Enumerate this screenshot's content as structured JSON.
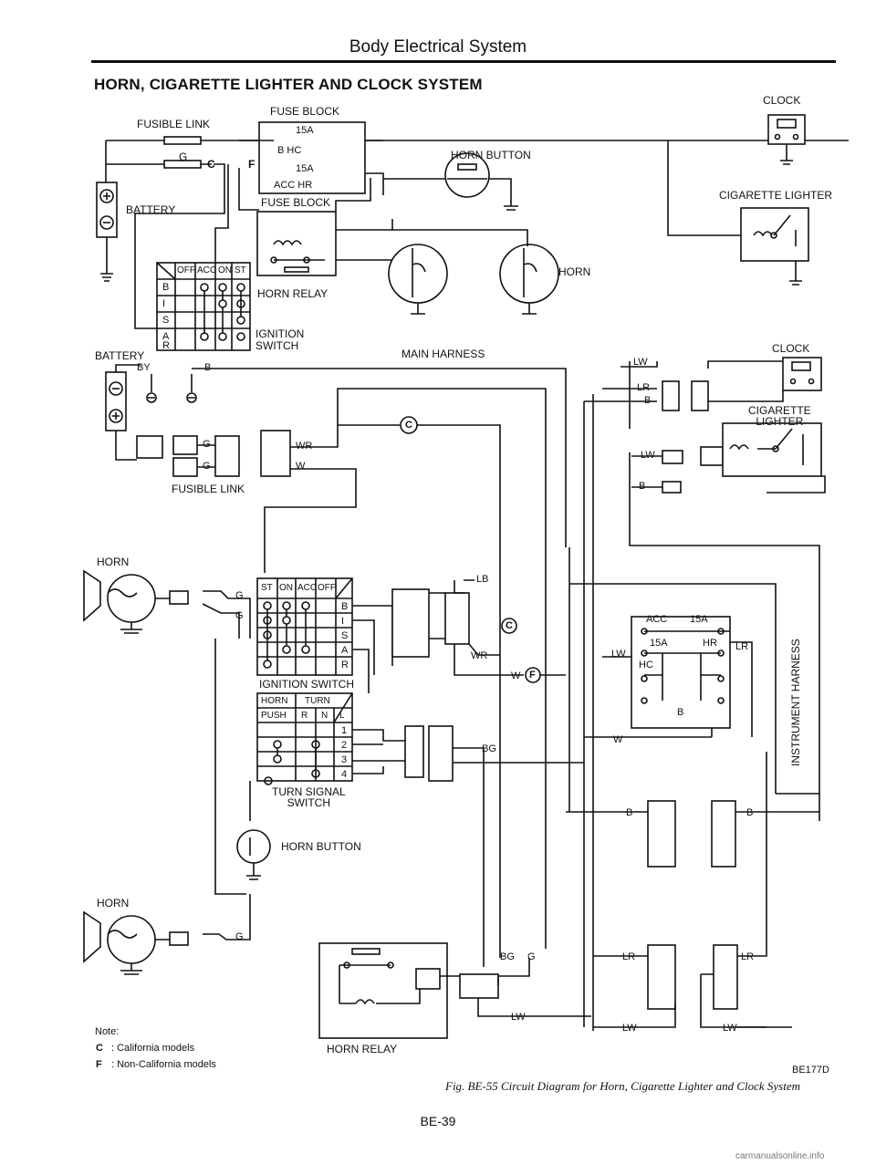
{
  "page": {
    "section_header": "Body Electrical System",
    "title": "HORN, CIGARETTE LIGHTER AND CLOCK SYSTEM",
    "figure_code": "BE177D",
    "caption": "Fig. BE-55 Circuit Diagram for Horn, Cigarette Lighter and Clock System",
    "page_number": "BE-39",
    "watermark": "carmanualsonline.info"
  },
  "schematic": {
    "fusible_link": "FUSIBLE LINK",
    "fuse_block_top": "FUSE BLOCK",
    "fuse_block_bottom": "FUSE BLOCK",
    "fuse_15a_1": "15A",
    "fuse_b_hc": "B  HC",
    "fuse_15a_2": "15A",
    "fuse_acc_hr": "ACC HR",
    "wire_g": "G",
    "mark_c": "C",
    "mark_f": "F",
    "battery": "BATTERY",
    "horn_button": "HORN BUTTON",
    "horn": "HORN",
    "horn_relay": "HORN RELAY",
    "ignition_switch": "IGNITION\nSWITCH",
    "clock": "CLOCK",
    "cigarette_lighter": "CIGARETTE  LIGHTER",
    "ign_table_header": [
      "OFF",
      "ACC",
      "ON",
      "ST"
    ],
    "ign_table_rows": [
      "B",
      "I",
      "S",
      "A",
      "R"
    ]
  },
  "harness": {
    "battery": "BATTERY",
    "wire_by": "BY",
    "wire_b": "B",
    "wire_g1": "G",
    "wire_g2": "G",
    "fusible_link": "FUSIBLE LINK",
    "wire_wr": "WR",
    "wire_w": "W",
    "mark_c": "C",
    "main_harness": "MAIN HARNESS",
    "clock": "CLOCK",
    "wire_lw": "LW",
    "wire_lr": "LR",
    "wire_b2": "B",
    "cigarette_lighter": "CIGARETTE\nLIGHTER",
    "wire_lw2": "LW",
    "wire_b3": "B",
    "horn_top": "HORN",
    "horn_g1": "G",
    "horn_g2": "G",
    "ign_switch": "IGNITION SWITCH",
    "ign_header": [
      "ST",
      "ON",
      "ACC",
      "OFF"
    ],
    "ign_rows": [
      "B",
      "I",
      "S",
      "A",
      "R"
    ],
    "wire_lb": "LB",
    "mark_c2": "C",
    "wire_wr2": "WR",
    "wire_w2": "W",
    "mark_f2": "F",
    "turn_header1": "HORN",
    "turn_header2": "TURN",
    "turn_sub": [
      "PUSH",
      "R",
      "N",
      "L"
    ],
    "turn_rows": [
      "1",
      "2",
      "3",
      "4"
    ],
    "turn_signal_switch": "TURN SIGNAL\nSWITCH",
    "wire_bg": "BG",
    "horn_button": "HORN BUTTON",
    "horn_bottom": "HORN",
    "horn_g3": "G",
    "acc": "ACC",
    "fuse15a": "15A",
    "fuse15a_2": "15A",
    "hr": "HR",
    "lr_r": "LR",
    "hc": "HC",
    "b_in_box": "B",
    "wire_lw3": "LW",
    "wire_w3": "W",
    "instrument_harness": "INSTRUMENT HARNESS",
    "wire_b4": "B",
    "wire_b5": "B",
    "wire_bg2": "BG",
    "wire_g4": "G",
    "wire_lr2": "LR",
    "wire_lr3": "LR",
    "wire_lw4": "LW",
    "wire_lw5": "LW",
    "wire_lw6": "LW",
    "horn_relay": "HORN RELAY"
  },
  "note": {
    "heading": "Note:",
    "c_mark": "C",
    "c_text": ": California models",
    "f_mark": "F",
    "f_text": ": Non-California models"
  }
}
